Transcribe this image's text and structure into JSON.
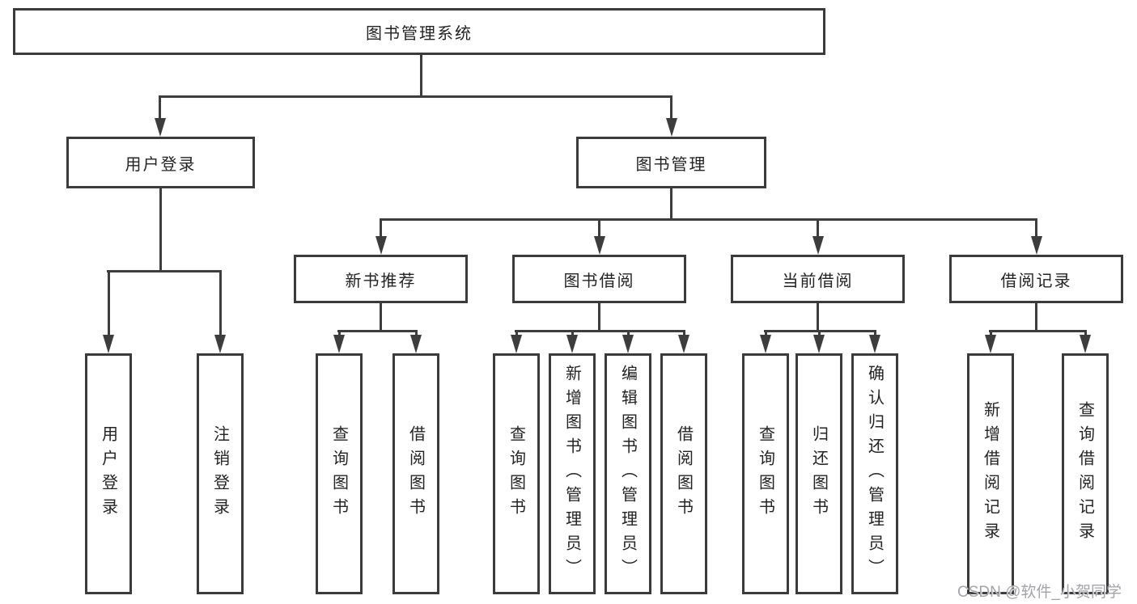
{
  "title": "图书管理系统",
  "level2": [
    {
      "label": "用户登录",
      "children": [
        "用户登录",
        "注销登录"
      ]
    },
    {
      "label": "图书管理"
    }
  ],
  "modules": [
    {
      "label": "新书推荐",
      "children": [
        "查询图书",
        "借阅图书"
      ]
    },
    {
      "label": "图书借阅",
      "children": [
        "查询图书",
        "新增图书（管理员）",
        "编辑图书（管理员）",
        "借阅图书"
      ]
    },
    {
      "label": "当前借阅",
      "children": [
        "查询图书",
        "归还图书",
        "确认归还（管理员）"
      ]
    },
    {
      "label": "借阅记录",
      "children": [
        "新增借阅记录",
        "查询借阅记录"
      ]
    }
  ],
  "watermark": "CSDN @软件_小贺同学"
}
